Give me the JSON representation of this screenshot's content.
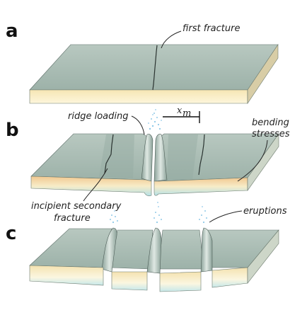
{
  "panels": {
    "a": {
      "letter": "a",
      "labels": {
        "first_fracture": "first fracture"
      }
    },
    "b": {
      "letter": "b",
      "labels": {
        "ridge_loading": "ridge loading",
        "xm_main": "x",
        "xm_sub": "m",
        "bending_line1": "bending",
        "bending_line2": "stresses",
        "incipient_line1": "incipient secondary",
        "incipient_line2": "fracture"
      }
    },
    "c": {
      "letter": "c",
      "labels": {
        "eruptions": "eruptions"
      }
    }
  },
  "colors": {
    "top_surface": "#a9bcb4",
    "top_surface_light": "#c3d2cb",
    "side_cream": "#fbf1cf",
    "side_orange": "#f2d39a",
    "side_blue": "#b9e3ea",
    "spray": "#8fc9e8"
  }
}
